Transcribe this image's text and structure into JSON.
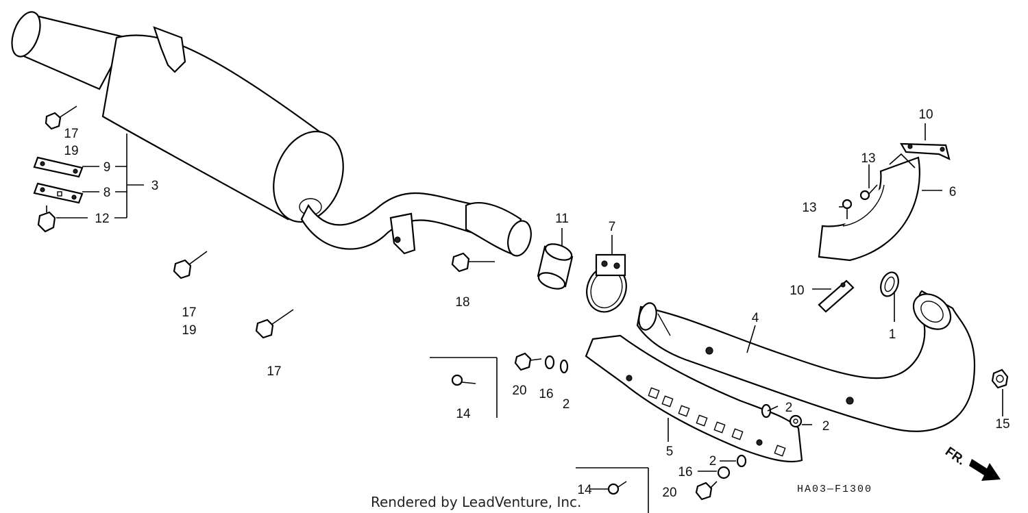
{
  "diagram": {
    "callouts": {
      "c1": "1",
      "c2a": "2",
      "c2b": "2",
      "c2c": "2",
      "c2d": "2",
      "c3": "3",
      "c4": "4",
      "c5": "5",
      "c6": "6",
      "c7": "7",
      "c8": "8",
      "c9": "9",
      "c10a": "10",
      "c10b": "10",
      "c11": "11",
      "c12": "12",
      "c13a": "13",
      "c13b": "13",
      "c14a": "14",
      "c14b": "14",
      "c15": "15",
      "c16a": "16",
      "c16b": "16",
      "c17a": "17",
      "c17b": "17",
      "c17c": "17",
      "c18": "18",
      "c19a": "19",
      "c19b": "19",
      "c20a": "20",
      "c20b": "20"
    },
    "drawing_code": "HA03—F1300",
    "front_marker": "FR.",
    "credit": "Rendered by LeadVenture, Inc."
  }
}
